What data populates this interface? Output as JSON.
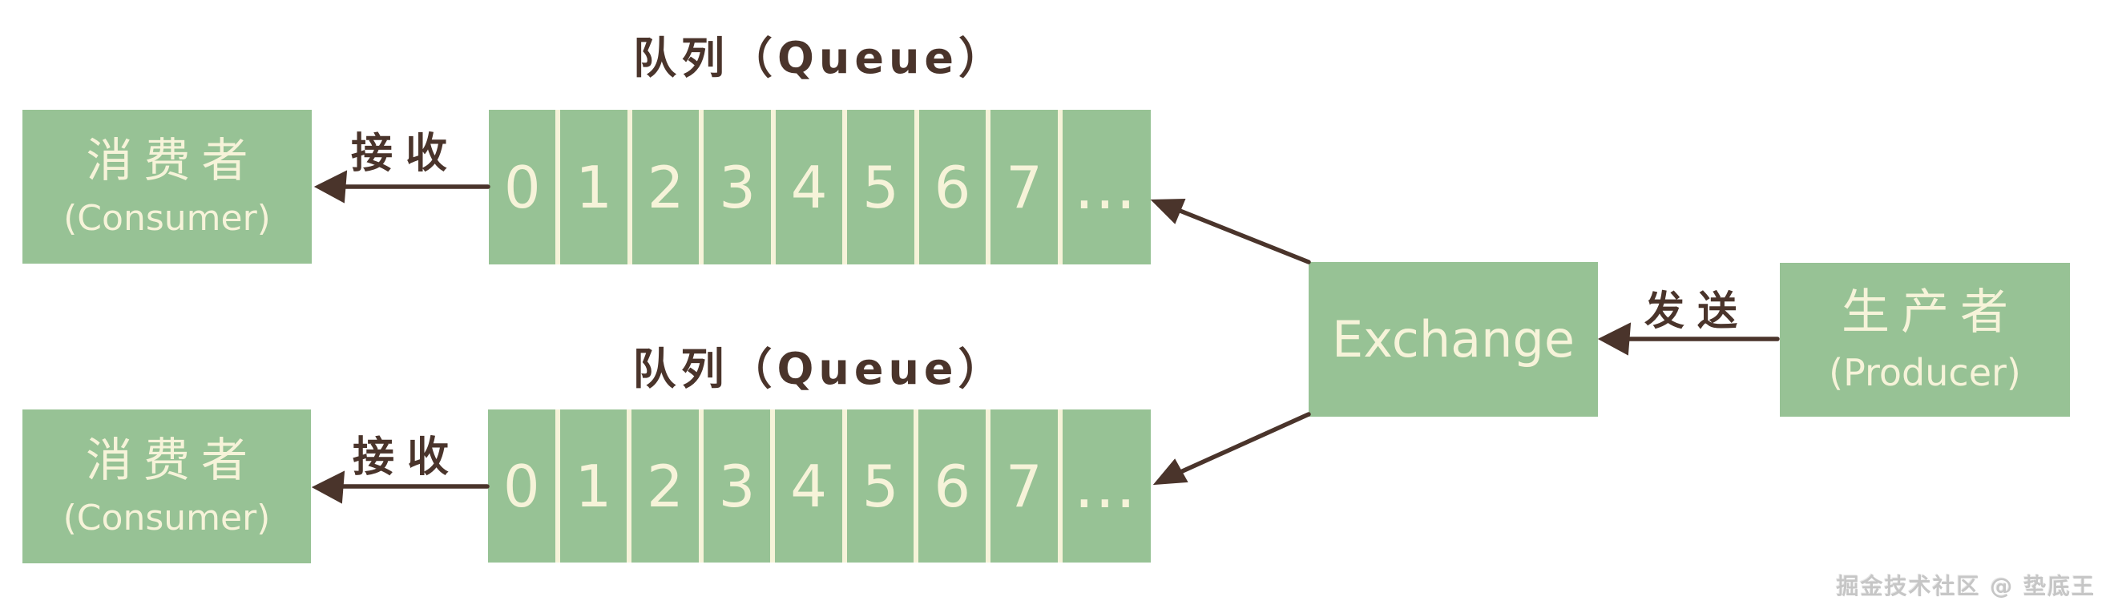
{
  "colors": {
    "green": "#97c295",
    "cream": "#f6f3d9",
    "brown": "#4a342b",
    "watermark_gray": "#c6c6c6"
  },
  "nodes": {
    "consumer_top": {
      "label_zh": "消费者",
      "label_en": "(Consumer)"
    },
    "consumer_bottom": {
      "label_zh": "消费者",
      "label_en": "(Consumer)"
    },
    "exchange": {
      "label": "Exchange"
    },
    "producer": {
      "label_zh": "生产者",
      "label_en": "(Producer)"
    }
  },
  "queues": {
    "top": {
      "title": "队列（Queue）",
      "cells": [
        "0",
        "1",
        "2",
        "3",
        "4",
        "5",
        "6",
        "7",
        "…"
      ]
    },
    "bottom": {
      "title": "队列（Queue）",
      "cells": [
        "0",
        "1",
        "2",
        "3",
        "4",
        "5",
        "6",
        "7",
        "…"
      ]
    }
  },
  "edges": {
    "receive_top": "接收",
    "receive_bottom": "接收",
    "send": "发送"
  },
  "watermark": "掘金技术社区 @ 垫底王"
}
